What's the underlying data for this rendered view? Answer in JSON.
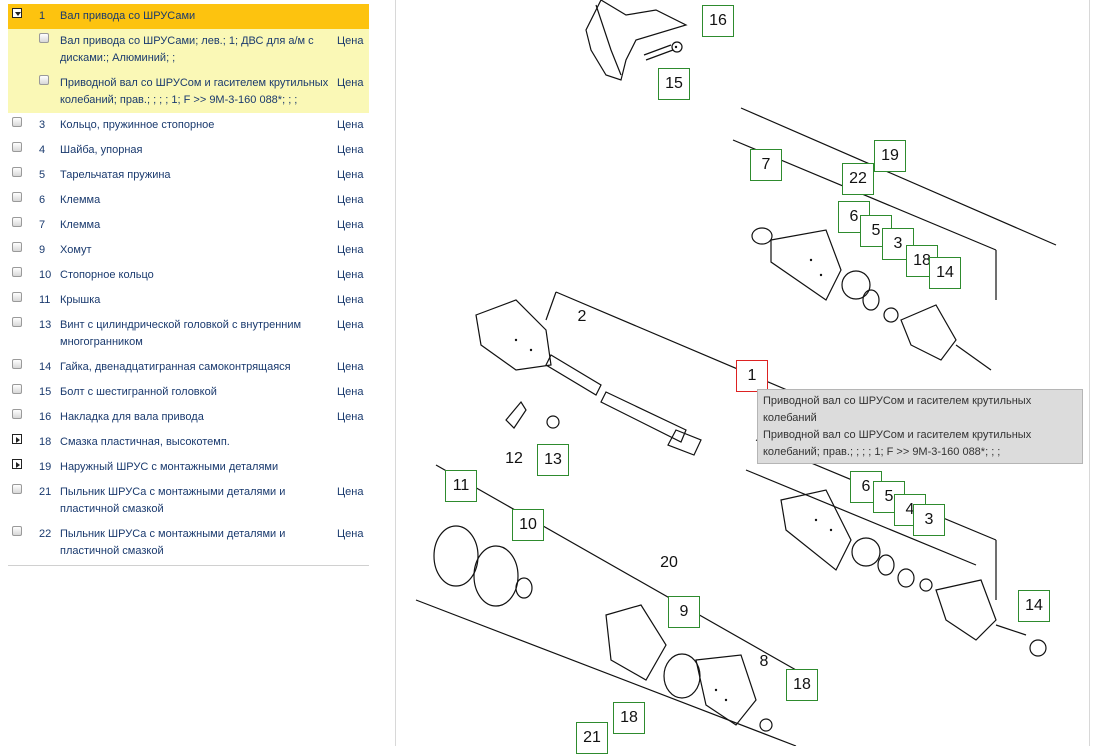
{
  "price_label": "Цена",
  "parts": [
    {
      "num": "1",
      "name": "Вал привода со ШРУСами",
      "type": "head",
      "control": "toggle-down",
      "price": false
    },
    {
      "num": "",
      "name": "Вал привода со ШРУСами; лев.; 1; ДВС для а/м с дисками:; Алюминий; ;",
      "type": "sub",
      "control": "checkbox",
      "price": true
    },
    {
      "num": "",
      "name": "Приводной вал со ШРУСом и гасителем крутильных колебаний; прав.; ; ; ; 1; F >> 9M-3-160 088*; ; ;",
      "type": "sub",
      "control": "checkbox",
      "price": true
    },
    {
      "num": "3",
      "name": "Кольцо, пружинное стопорное",
      "type": "normal",
      "control": "checkbox",
      "price": true
    },
    {
      "num": "4",
      "name": "Шайба, упорная",
      "type": "normal",
      "control": "checkbox",
      "price": true
    },
    {
      "num": "5",
      "name": "Тарельчатая пружина",
      "type": "normal",
      "control": "checkbox",
      "price": true
    },
    {
      "num": "6",
      "name": "Клемма",
      "type": "normal",
      "control": "checkbox",
      "price": true
    },
    {
      "num": "7",
      "name": "Клемма",
      "type": "normal",
      "control": "checkbox",
      "price": true
    },
    {
      "num": "9",
      "name": "Хомут",
      "type": "normal",
      "control": "checkbox",
      "price": true
    },
    {
      "num": "10",
      "name": "Стопорное кольцо",
      "type": "normal",
      "control": "checkbox",
      "price": true
    },
    {
      "num": "11",
      "name": "Крышка",
      "type": "normal",
      "control": "checkbox",
      "price": true
    },
    {
      "num": "13",
      "name": "Винт с цилиндрической головкой с внутренним многогранником",
      "type": "normal",
      "control": "checkbox",
      "price": true
    },
    {
      "num": "14",
      "name": "Гайка, двенадцатигранная самоконтрящаяся",
      "type": "normal",
      "control": "checkbox",
      "price": true
    },
    {
      "num": "15",
      "name": "Болт с шестигранной головкой",
      "type": "normal",
      "control": "checkbox",
      "price": true
    },
    {
      "num": "16",
      "name": "Накладка для вала привода",
      "type": "normal",
      "control": "checkbox",
      "price": true
    },
    {
      "num": "18",
      "name": "Смазка пластичная, высокотемп.",
      "type": "normal",
      "control": "toggle-right",
      "price": false
    },
    {
      "num": "19",
      "name": "Наружный ШРУС с монтажными деталями",
      "type": "normal",
      "control": "toggle-right",
      "price": false
    },
    {
      "num": "21",
      "name": "Пыльник ШРУСа с монтажными деталями и пластичной смазкой",
      "type": "normal",
      "control": "checkbox",
      "price": true
    },
    {
      "num": "22",
      "name": "Пыльник ШРУСа с монтажными деталями и пластичной смазкой",
      "type": "normal",
      "control": "checkbox",
      "price": true
    }
  ],
  "diagram_labels": [
    {
      "text": "16",
      "kind": "boxed"
    },
    {
      "text": "15",
      "kind": "boxed"
    },
    {
      "text": "7",
      "kind": "boxed"
    },
    {
      "text": "19",
      "kind": "boxed"
    },
    {
      "text": "22",
      "kind": "boxed"
    },
    {
      "text": "6",
      "kind": "boxed"
    },
    {
      "text": "5",
      "kind": "boxed"
    },
    {
      "text": "3",
      "kind": "boxed"
    },
    {
      "text": "18",
      "kind": "boxed"
    },
    {
      "text": "14",
      "kind": "boxed"
    },
    {
      "text": "2",
      "kind": "plain"
    },
    {
      "text": "1",
      "kind": "red"
    },
    {
      "text": "12",
      "kind": "plain"
    },
    {
      "text": "13",
      "kind": "boxed"
    },
    {
      "text": "11",
      "kind": "boxed"
    },
    {
      "text": "10",
      "kind": "boxed"
    },
    {
      "text": "6",
      "kind": "boxed"
    },
    {
      "text": "5",
      "kind": "boxed"
    },
    {
      "text": "4",
      "kind": "boxed"
    },
    {
      "text": "3",
      "kind": "boxed"
    },
    {
      "text": "20",
      "kind": "plain"
    },
    {
      "text": "9",
      "kind": "boxed"
    },
    {
      "text": "8",
      "kind": "plain"
    },
    {
      "text": "14",
      "kind": "boxed"
    },
    {
      "text": "18",
      "kind": "boxed"
    },
    {
      "text": "18",
      "kind": "boxed"
    },
    {
      "text": "21",
      "kind": "boxed"
    }
  ],
  "tooltip": {
    "line1": "Приводной вал со ШРУСом и гасителем крутильных колебаний",
    "line2": "Приводной вал со ШРУСом и гасителем крутильных колебаний; прав.; ; ; ; 1; F >> 9M-3-160 088*; ; ;"
  }
}
